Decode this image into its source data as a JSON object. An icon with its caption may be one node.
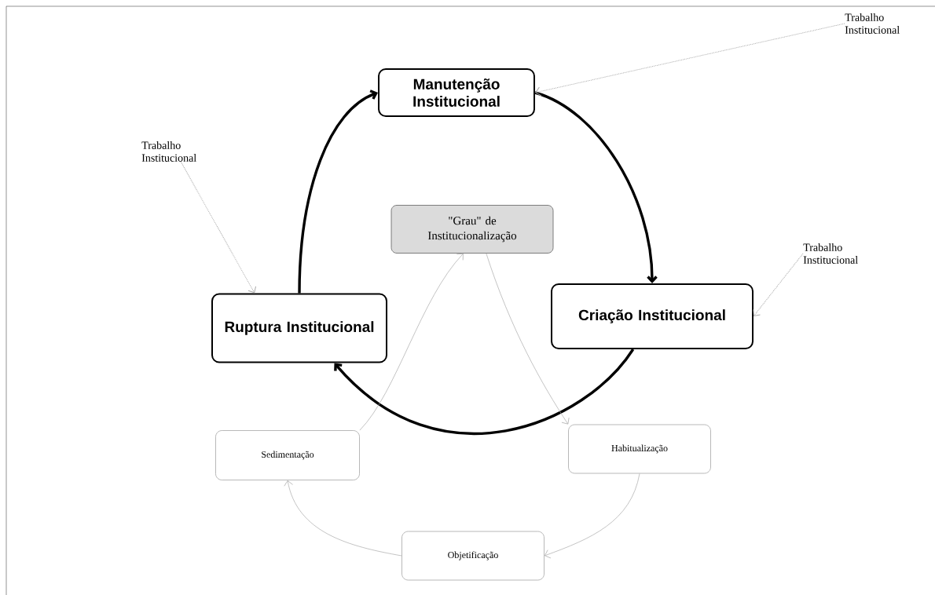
{
  "diagram": {
    "nodes": [
      {
        "text": [
          "Manutenção Institucional"
        ]
      },
      {
        "text": [
          "Criação Institucional"
        ]
      },
      {
        "text": [
          "Ruptura Institucional"
        ]
      },
      {
        "text": [
          "\"Grau\" de Institucionalização"
        ]
      },
      {
        "text": [
          "Habitualização"
        ]
      },
      {
        "text": [
          "Objetificação"
        ]
      },
      {
        "text": [
          "Sedimentação"
        ]
      },
      {
        "text": [
          "Trabalho Institucional"
        ]
      },
      {
        "text": [
          "Trabalho Institucional"
        ]
      },
      {
        "text": [
          "Trabalho Institucional"
        ]
      }
    ],
    "edges": [
      {
        "from": 2,
        "to": 0,
        "arrow": "to",
        "style": "thick",
        "color": "#000000"
      },
      {
        "from": 0,
        "to": 1,
        "arrow": "to",
        "style": "thick",
        "color": "#000000"
      },
      {
        "from": 1,
        "to": 2,
        "arrow": "to",
        "style": "thick",
        "color": "#000000"
      },
      {
        "from": 3,
        "to": 4,
        "arrow": "to"
      },
      {
        "from": 4,
        "to": 5,
        "arrow": "to"
      },
      {
        "from": 5,
        "to": 6,
        "arrow": "to"
      },
      {
        "from": 6,
        "to": 3,
        "arrow": "to"
      },
      {
        "from": 7,
        "to": 0,
        "arrow": "to",
        "style": "dashed"
      },
      {
        "from": 8,
        "to": 2,
        "arrow": "to",
        "style": "dashed"
      },
      {
        "from": 9,
        "to": 1,
        "arrow": "to",
        "style": "dashed"
      }
    ]
  }
}
